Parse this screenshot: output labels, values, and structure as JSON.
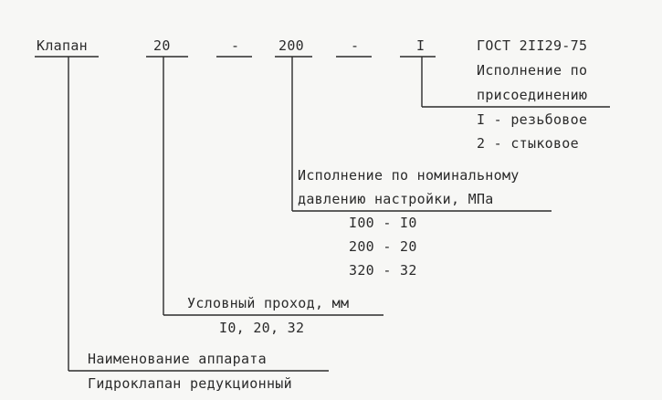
{
  "designation": {
    "name": "Клапан",
    "size": "20",
    "dash1": "-",
    "pressure": "200",
    "dash2": "-",
    "connection": "I",
    "standard": "ГОСТ 2II29-75"
  },
  "connection_group": {
    "line1": "Исполнение по",
    "line2": "присоединению",
    "opt1": "I - резьбовое",
    "opt2": "2 - стыковое"
  },
  "pressure_group": {
    "line1": "Исполнение по номинальному",
    "line2": "давлению настройки, МПа",
    "opts": [
      "I00 - I0",
      "200 - 20",
      "320 - 32"
    ]
  },
  "size_group": {
    "label": "Условный проход, мм",
    "values": "I0, 20, 32"
  },
  "name_group": {
    "label": "Наименование аппарата",
    "value": "Гидроклапан редукционный"
  }
}
